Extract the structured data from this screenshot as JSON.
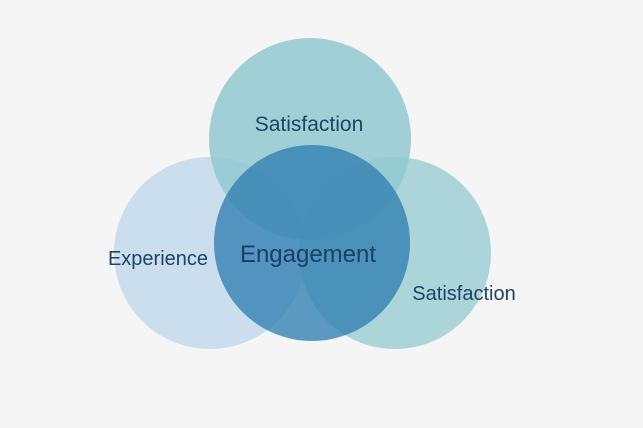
{
  "diagram": {
    "type": "venn",
    "colors": {
      "background": "#f5f5f5",
      "label": "#1d4466",
      "label_center": "#1b3f63"
    },
    "circles": [
      {
        "id": "left",
        "label": "Experience",
        "fill": "#c3d9ec",
        "opacity": 0.85
      },
      {
        "id": "right",
        "label": "Satisfaction",
        "fill": "#9fcfd3",
        "opacity": 0.85
      },
      {
        "id": "top",
        "label": "Satisfaction",
        "fill": "#90c9cf",
        "opacity": 0.85
      },
      {
        "id": "center",
        "label": "Engagement",
        "fill": "#2f7fb2",
        "opacity": 0.78
      }
    ]
  }
}
